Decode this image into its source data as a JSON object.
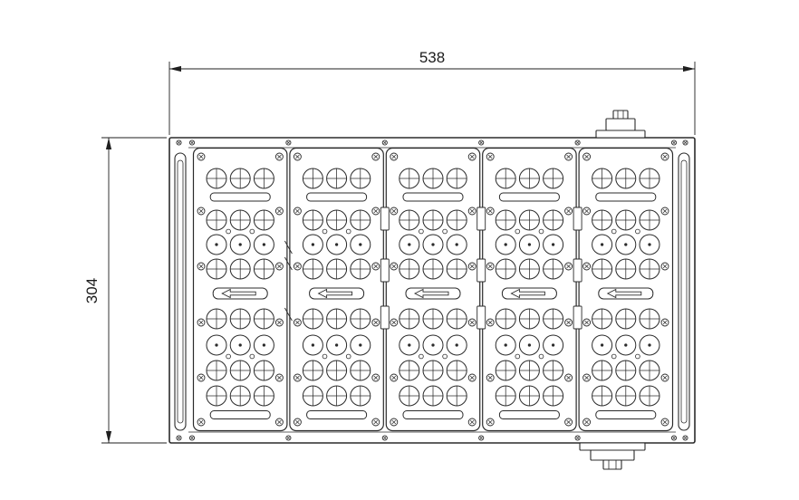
{
  "drawing": {
    "type": "mechanical-engineering-drawing",
    "subject": "LED flood light module array - front view",
    "dimensions": {
      "width_label": "538",
      "height_label": "304"
    },
    "module_count": 5,
    "lens_columns": 3,
    "line_color": "#2b2b2b",
    "dim_color": "#1f1f1f",
    "background": "#ffffff"
  }
}
